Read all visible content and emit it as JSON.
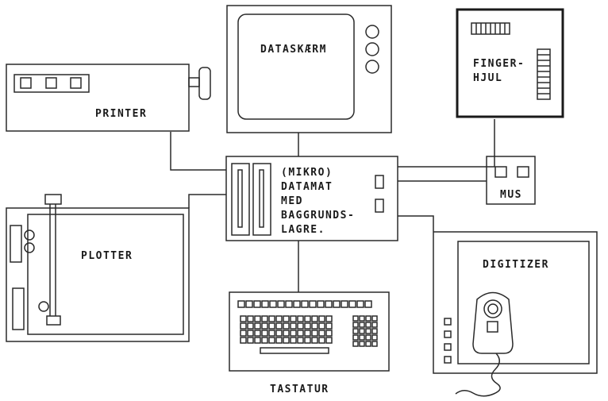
{
  "labels": {
    "dataskaerm": "DATASKÆRM",
    "printer": "PRINTER",
    "fingerhjul_line1": "FINGER-",
    "fingerhjul_line2": "HJUL",
    "computer_line1": "(MIKRO)",
    "computer_line2": "DATAMAT",
    "computer_line3": "MED",
    "computer_line4": "BAGGRUNDS-",
    "computer_line5": "LAGRE.",
    "mus": "MUS",
    "plotter": "PLOTTER",
    "digitizer": "DIGITIZER",
    "tastatur": "TASTATUR"
  },
  "colors": {
    "line": "#2a2a2a",
    "background": "#ffffff"
  }
}
